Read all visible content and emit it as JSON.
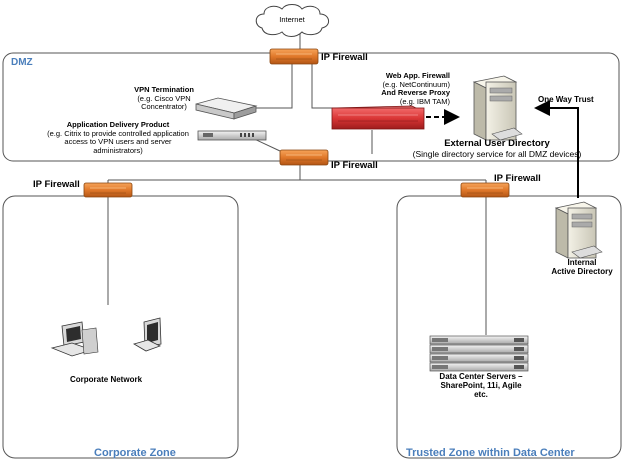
{
  "diagram": {
    "cloud_label": "Internet",
    "zones": {
      "dmz": "DMZ",
      "corporate": "Corporate Zone",
      "trusted": "Trusted Zone within Data Center"
    },
    "firewalls": {
      "top": "IP Firewall",
      "middle": "IP Firewall",
      "corporate": "IP Firewall",
      "trusted": "IP Firewall"
    },
    "vpn": {
      "title": "VPN  Termination",
      "sub1": "(e.g. Cisco VPN",
      "sub2": "Concentrator)"
    },
    "adp": {
      "title": "Application Delivery Product",
      "line1": "(e.g. Citrix to provide controlled application",
      "line2": "access to VPN users and server",
      "line3": "administrators)"
    },
    "waf": {
      "title": "Web App. Firewall",
      "line1": "(e.g. NetContinuum)",
      "title2": "And Reverse Proxy",
      "line2": "(e.g. IBM TAM)"
    },
    "external_dir": {
      "title": "External User Directory",
      "sub": "(Single directory service for all DMZ devices)"
    },
    "trust_label": "One Way Trust",
    "internal_ad": {
      "line1": "Internal",
      "line2": "Active Directory"
    },
    "corporate_network": "Corporate Network",
    "dc_servers": {
      "line1": "Data Center Servers –",
      "line2": "SharePoint, 11i, Agile",
      "line3": "etc."
    },
    "colors": {
      "zone_title": "#4a7ebb",
      "firewall": "#e0782a",
      "waf": "#cc2a2a",
      "zone_border": "#555555"
    }
  }
}
